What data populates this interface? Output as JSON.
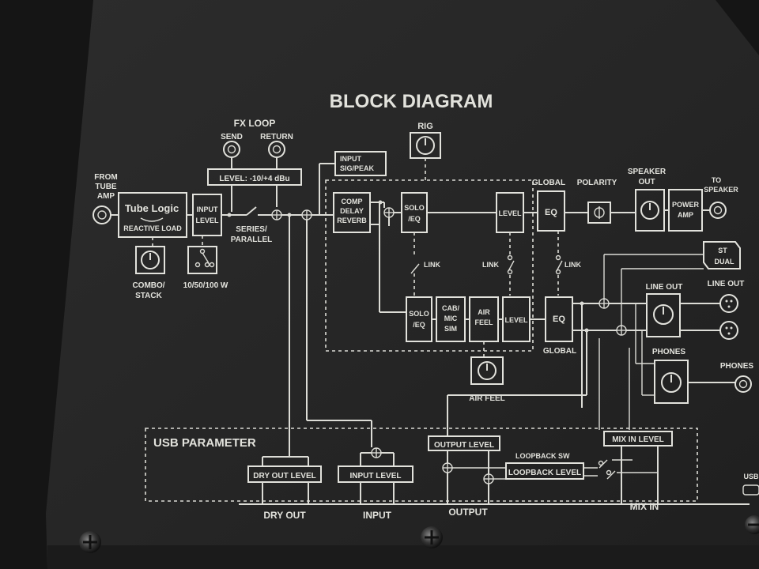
{
  "title": "BLOCK DIAGRAM",
  "left": {
    "from_tube_amp": [
      "FROM",
      "TUBE",
      "AMP"
    ],
    "logo": "Tube Logic",
    "reactive_load": "REACTIVE LOAD",
    "input_level": [
      "INPUT",
      "LEVEL"
    ],
    "combo_stack": [
      "COMBO/",
      "STACK"
    ],
    "watts": "10/50/100 W"
  },
  "fx_loop": {
    "title": "FX LOOP",
    "send": "SEND",
    "return": "RETURN",
    "level": "LEVEL: -10/+4 dBu",
    "series_parallel": [
      "SERIES/",
      "PARALLEL"
    ]
  },
  "input_sig_peak": [
    "INPUT",
    "SIG/PEAK"
  ],
  "rig": "RIG",
  "upper_chain": {
    "comp": [
      "COMP",
      "DELAY",
      "REVERB"
    ],
    "solo_eq": [
      "SOLO",
      "/EQ"
    ],
    "level": "LEVEL",
    "global": "GLOBAL",
    "eq": "EQ",
    "polarity": "POLARITY",
    "speaker_out": [
      "SPEAKER",
      "OUT"
    ],
    "power_amp": [
      "POWER",
      "AMP"
    ],
    "to_speaker": [
      "TO",
      "SPEAKER"
    ],
    "link": "LINK",
    "st_dual": [
      "ST",
      "DUAL"
    ]
  },
  "lower_chain": {
    "solo_eq": [
      "SOLO",
      "/EQ"
    ],
    "cab_mic_sim": [
      "CAB/",
      "MIC",
      "SIM"
    ],
    "air_feel": [
      "AIR",
      "FEEL"
    ],
    "level": "LEVEL",
    "eq": "EQ",
    "global": "GLOBAL",
    "air_feel_knob": "AIR FEEL"
  },
  "outputs": {
    "line_out": "LINE OUT",
    "line_out_right": "LINE OUT",
    "phones": "PHONES",
    "phones_right": "PHONES"
  },
  "usb": {
    "title": "USB PARAMETER",
    "dry_out_level": "DRY OUT LEVEL",
    "input_level": "INPUT LEVEL",
    "output_level": "OUTPUT LEVEL",
    "loopback_sw": "LOOPBACK SW",
    "loopback_level": "LOOPBACK LEVEL",
    "mix_in_level": "MIX IN LEVEL",
    "dry_out": "DRY OUT",
    "input": "INPUT",
    "output": "OUTPUT",
    "mix_in": "MIX IN",
    "usb_port": "USB"
  },
  "colors": {
    "background": "#1a1a1a",
    "panel": "#262626",
    "print": "#e2e2dc"
  }
}
